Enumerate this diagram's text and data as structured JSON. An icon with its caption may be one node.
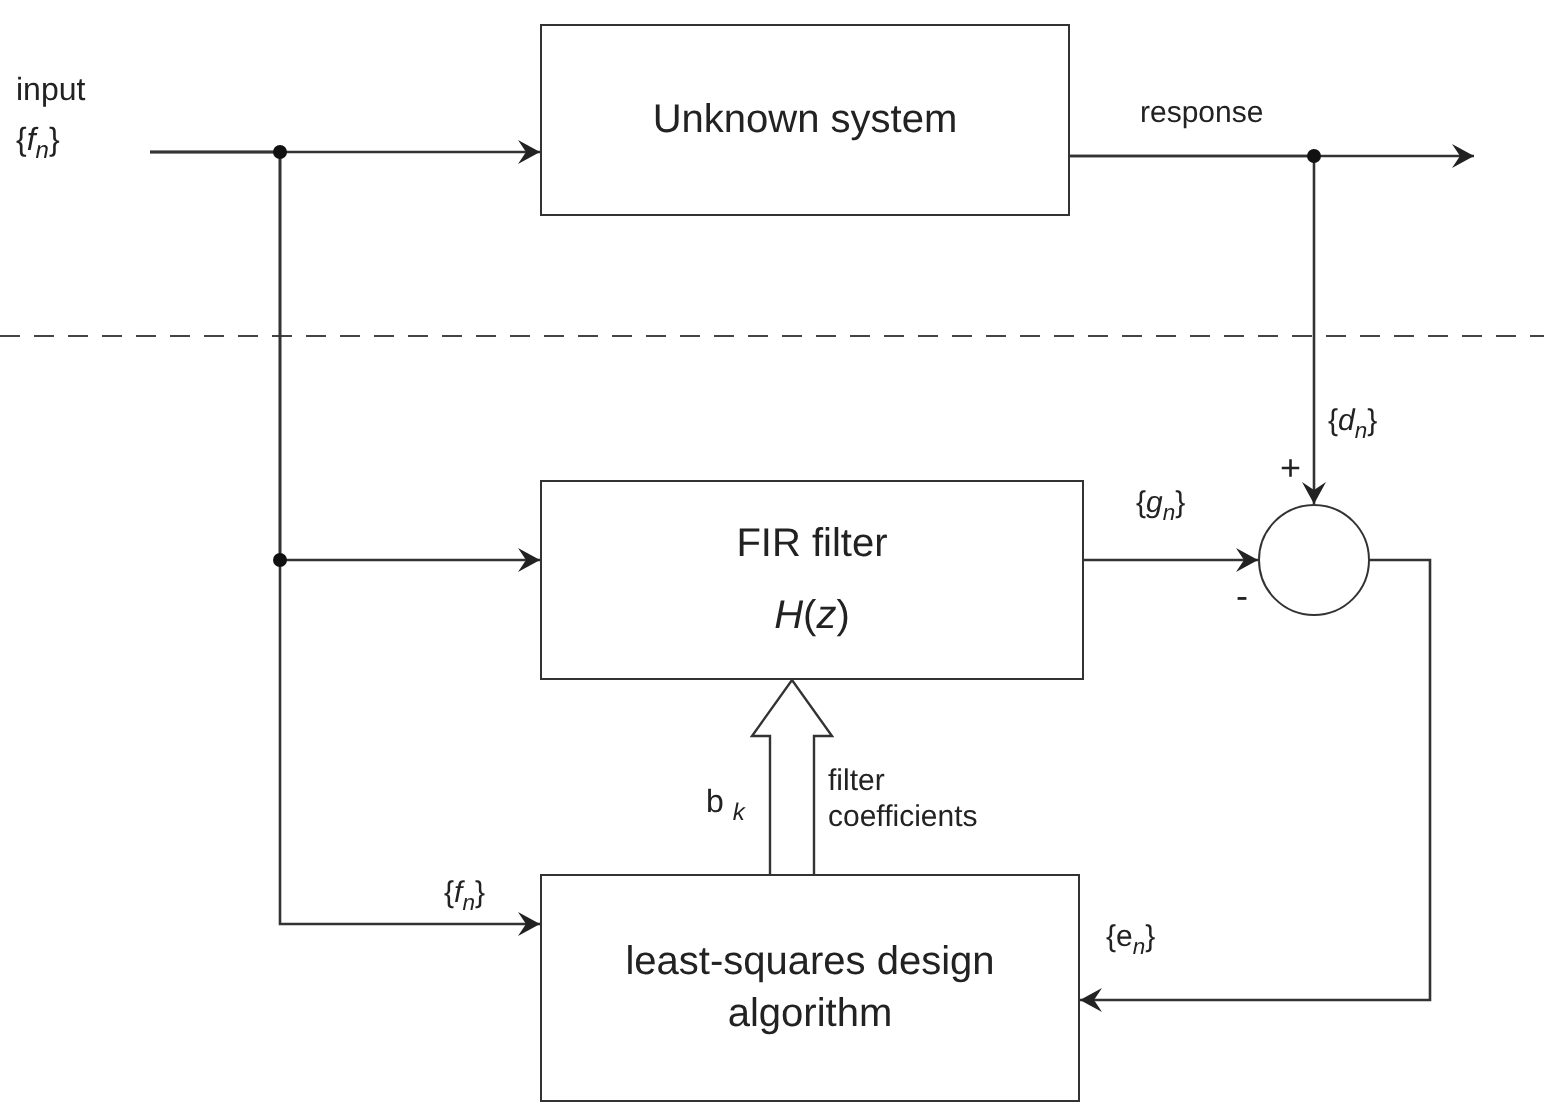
{
  "diagram": {
    "nodes": [
      {
        "text": [
          "input",
          "{*f*$_{n}$}"
        ]
      },
      {
        "text": [
          "Unknown system"
        ]
      },
      {
        "text": [
          "FIR filter",
          "*H*(*z*)"
        ]
      },
      {
        "text": [],
        "shape": "circle",
        "beside": [
          "+",
          "-"
        ]
      },
      {
        "text": [
          "least-squares design algorithm"
        ]
      }
    ],
    "edges": [
      {
        "from": 0,
        "to": 1,
        "arrow": "to"
      },
      {
        "from": 0,
        "to": 2,
        "arrow": "to"
      },
      {
        "from": 0,
        "to": 4,
        "arrow": "to",
        "label": "{*f*$_{n}$}"
      },
      {
        "from": 1,
        "to": null,
        "arrow": "to",
        "label": "response"
      },
      {
        "from": 1,
        "to": 3,
        "arrow": "to",
        "label": "{*d*$_{n}$}"
      },
      {
        "from": 2,
        "to": 3,
        "arrow": "to",
        "label": "{*g*$_{n}$}"
      },
      {
        "from": 3,
        "to": 4,
        "arrow": "to",
        "label": "{e$_{n}$}"
      },
      {
        "from": 4,
        "to": 2,
        "arrow": "to",
        "style": "thick",
        "label": "filter coefficients"
      }
    ],
    "labels": [
      "b $_{k}$"
    ]
  }
}
